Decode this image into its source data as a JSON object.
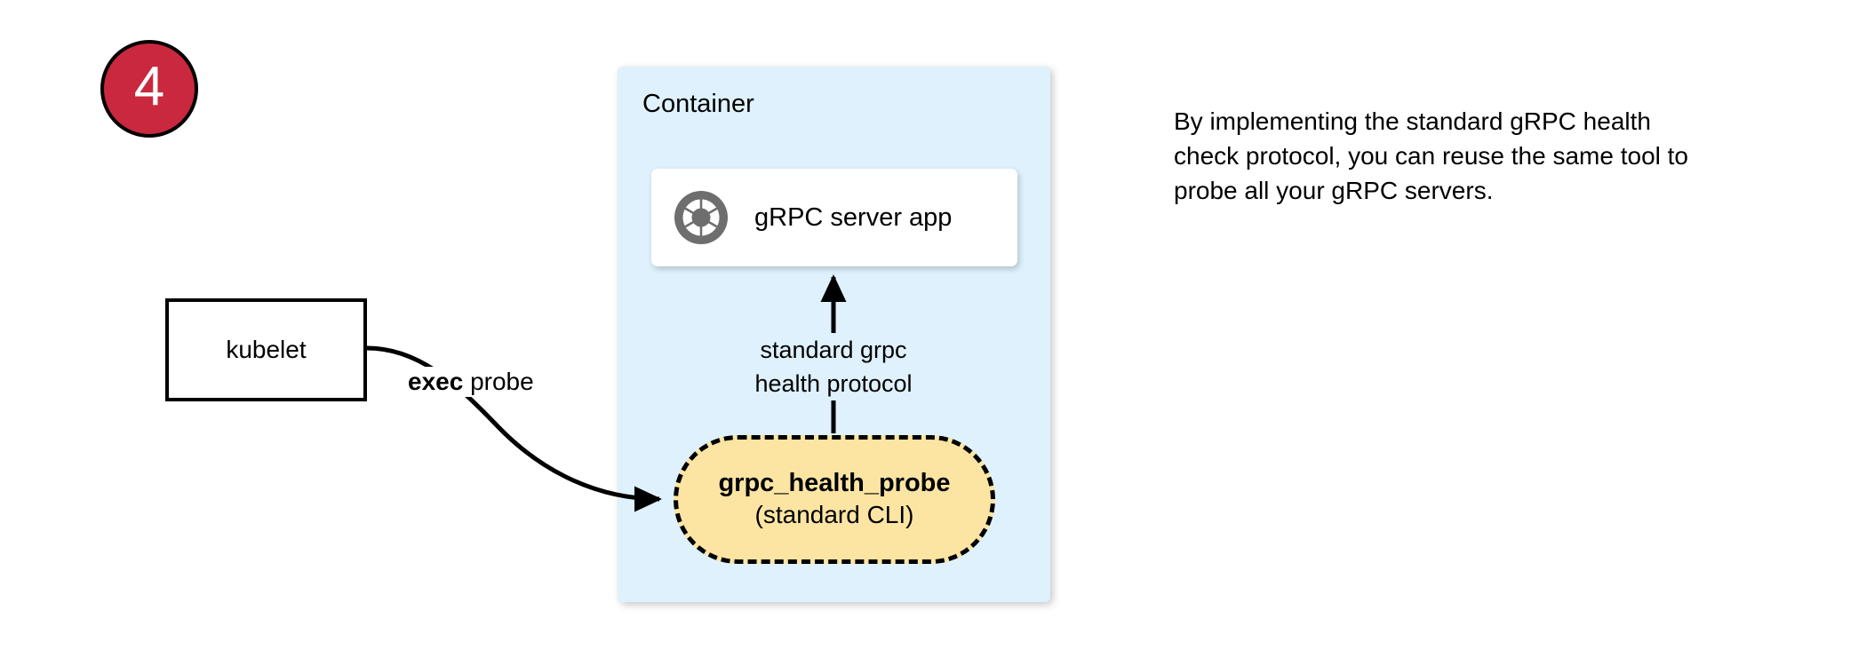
{
  "step": {
    "number": "4",
    "badge_fill": "#C9283E",
    "badge_text_color": "#FFFFFF"
  },
  "container": {
    "label": "Container",
    "fill": "#DEF1FC"
  },
  "grpc_server": {
    "label": "gRPC server app",
    "icon": "grpc-aperture-icon",
    "icon_color": "#6E6E6E",
    "card_fill": "#FFFFFF"
  },
  "kubelet": {
    "label": "kubelet",
    "fill": "#FFFFFF",
    "stroke": "#000000"
  },
  "edges": {
    "exec_probe": {
      "label_strong": "exec",
      "label_rest": " probe",
      "from": "kubelet",
      "to": "grpc_health_probe"
    },
    "health_protocol": {
      "line1": "standard grpc",
      "line2": "health protocol",
      "from": "grpc_health_probe",
      "to": "grpc_server"
    }
  },
  "health_probe": {
    "name": "grpc_health_probe",
    "subtitle": "(standard CLI)",
    "fill": "#FCE5A3",
    "stroke": "#000000",
    "stroke_style": "dashed"
  },
  "description": {
    "text": "By implementing the standard gRPC health check protocol, you can reuse the same tool to probe all your gRPC servers."
  }
}
